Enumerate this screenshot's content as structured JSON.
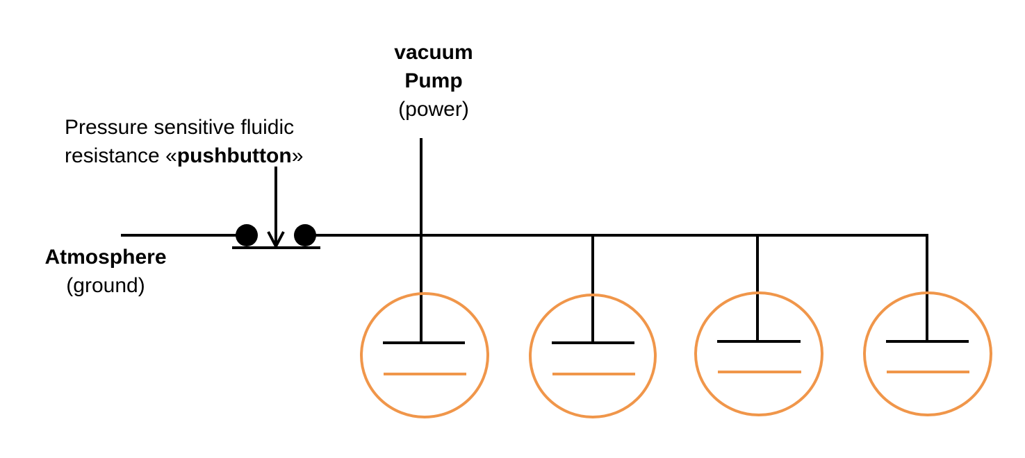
{
  "pump": {
    "line1": "vacuum",
    "line2": "Pump",
    "line3": "(power)"
  },
  "pushbutton": {
    "line1": "Pressure sensitive fluidic",
    "line2_prefix": "resistance «",
    "line2_bold": "pushbutton",
    "line2_suffix": "»"
  },
  "ground": {
    "line1": "Atmosphere",
    "line2": "(ground)"
  },
  "colors": {
    "wire": "#000000",
    "capsule": "#F0964A"
  },
  "capsule_count": 4
}
